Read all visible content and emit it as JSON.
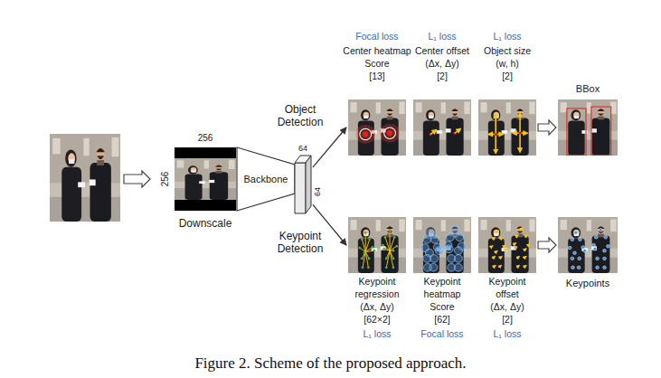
{
  "diagram": {
    "caption": "Figure 2. Scheme of the proposed approach.",
    "nodes": [
      {
        "text": [
          "Downscale"
        ]
      },
      {
        "text": [
          "Backbone"
        ]
      },
      {
        "text": [
          "64",
          "64"
        ]
      },
      {
        "text": [
          "Focal loss",
          "Center heatmap",
          "Score",
          "[13]"
        ]
      },
      {
        "text": [
          "L₁ loss",
          "Center offset",
          "(Δx, Δy)",
          "[2]"
        ]
      },
      {
        "text": [
          "L₁ loss",
          "Object size",
          "(w, h)",
          "[2]"
        ]
      },
      {
        "text": [
          "BBox"
        ]
      },
      {
        "text": [
          "Keypoint regression",
          "(Δx, Δy)",
          "[62×2]",
          "L₁ loss"
        ]
      },
      {
        "text": [
          "Keypoint heatmap",
          "Score",
          "[62]",
          "Focal loss"
        ]
      },
      {
        "text": [
          "Keypoint offset",
          "(Δx, Δy)",
          "[2]",
          "L₁ loss"
        ]
      },
      {
        "text": [
          "Keypoints"
        ]
      }
    ],
    "edges": [
      {
        "from": 2,
        "to": 3,
        "arrow": "to"
      },
      {
        "from": 2,
        "to": 7,
        "arrow": "to"
      },
      {
        "from": 5,
        "to": 6,
        "arrow": "to"
      },
      {
        "from": 9,
        "to": 10,
        "arrow": "to"
      }
    ],
    "labels": [
      "256",
      "256",
      "Object Detection",
      "Keypoint Detection"
    ]
  }
}
